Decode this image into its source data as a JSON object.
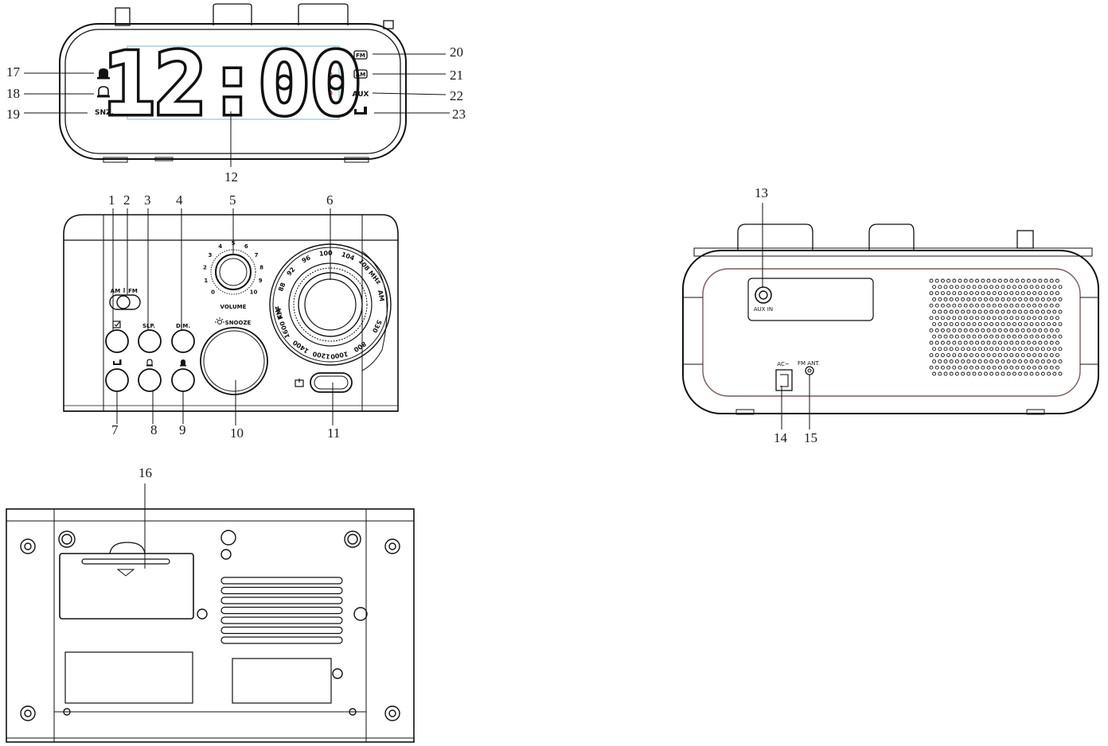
{
  "display": {
    "time": "12:00",
    "left_indicators": [
      "",
      "",
      "SNZ."
    ],
    "right_indicators": [
      "FM",
      "AM",
      "AUX",
      ""
    ]
  },
  "front_panel": {
    "band_labels": {
      "am": "AM",
      "fm": "FM"
    },
    "volume_label": "VOLUME",
    "volume_scale": [
      "0",
      "1",
      "2",
      "3",
      "4",
      "5",
      "6",
      "7",
      "8",
      "9",
      "10"
    ],
    "button_labels": {
      "dimmer": "DIM.",
      "sleep": "SLP.",
      "snooze": "SNOOZE"
    },
    "dial_marks": [
      "FM",
      "88",
      "92",
      "96",
      "100",
      "104",
      "108 MHz",
      "AM",
      "530",
      "800",
      "1000",
      "1200",
      "1400",
      "1600 KHz"
    ]
  },
  "rear_panel": {
    "aux_label": "AUX IN",
    "ac_label": "AC~",
    "fm_ant_label": "FM ANT."
  },
  "callouts": [
    "1",
    "2",
    "3",
    "4",
    "5",
    "6",
    "7",
    "8",
    "9",
    "10",
    "11",
    "12",
    "13",
    "14",
    "15",
    "16",
    "17",
    "18",
    "19",
    "20",
    "21",
    "22",
    "23"
  ]
}
